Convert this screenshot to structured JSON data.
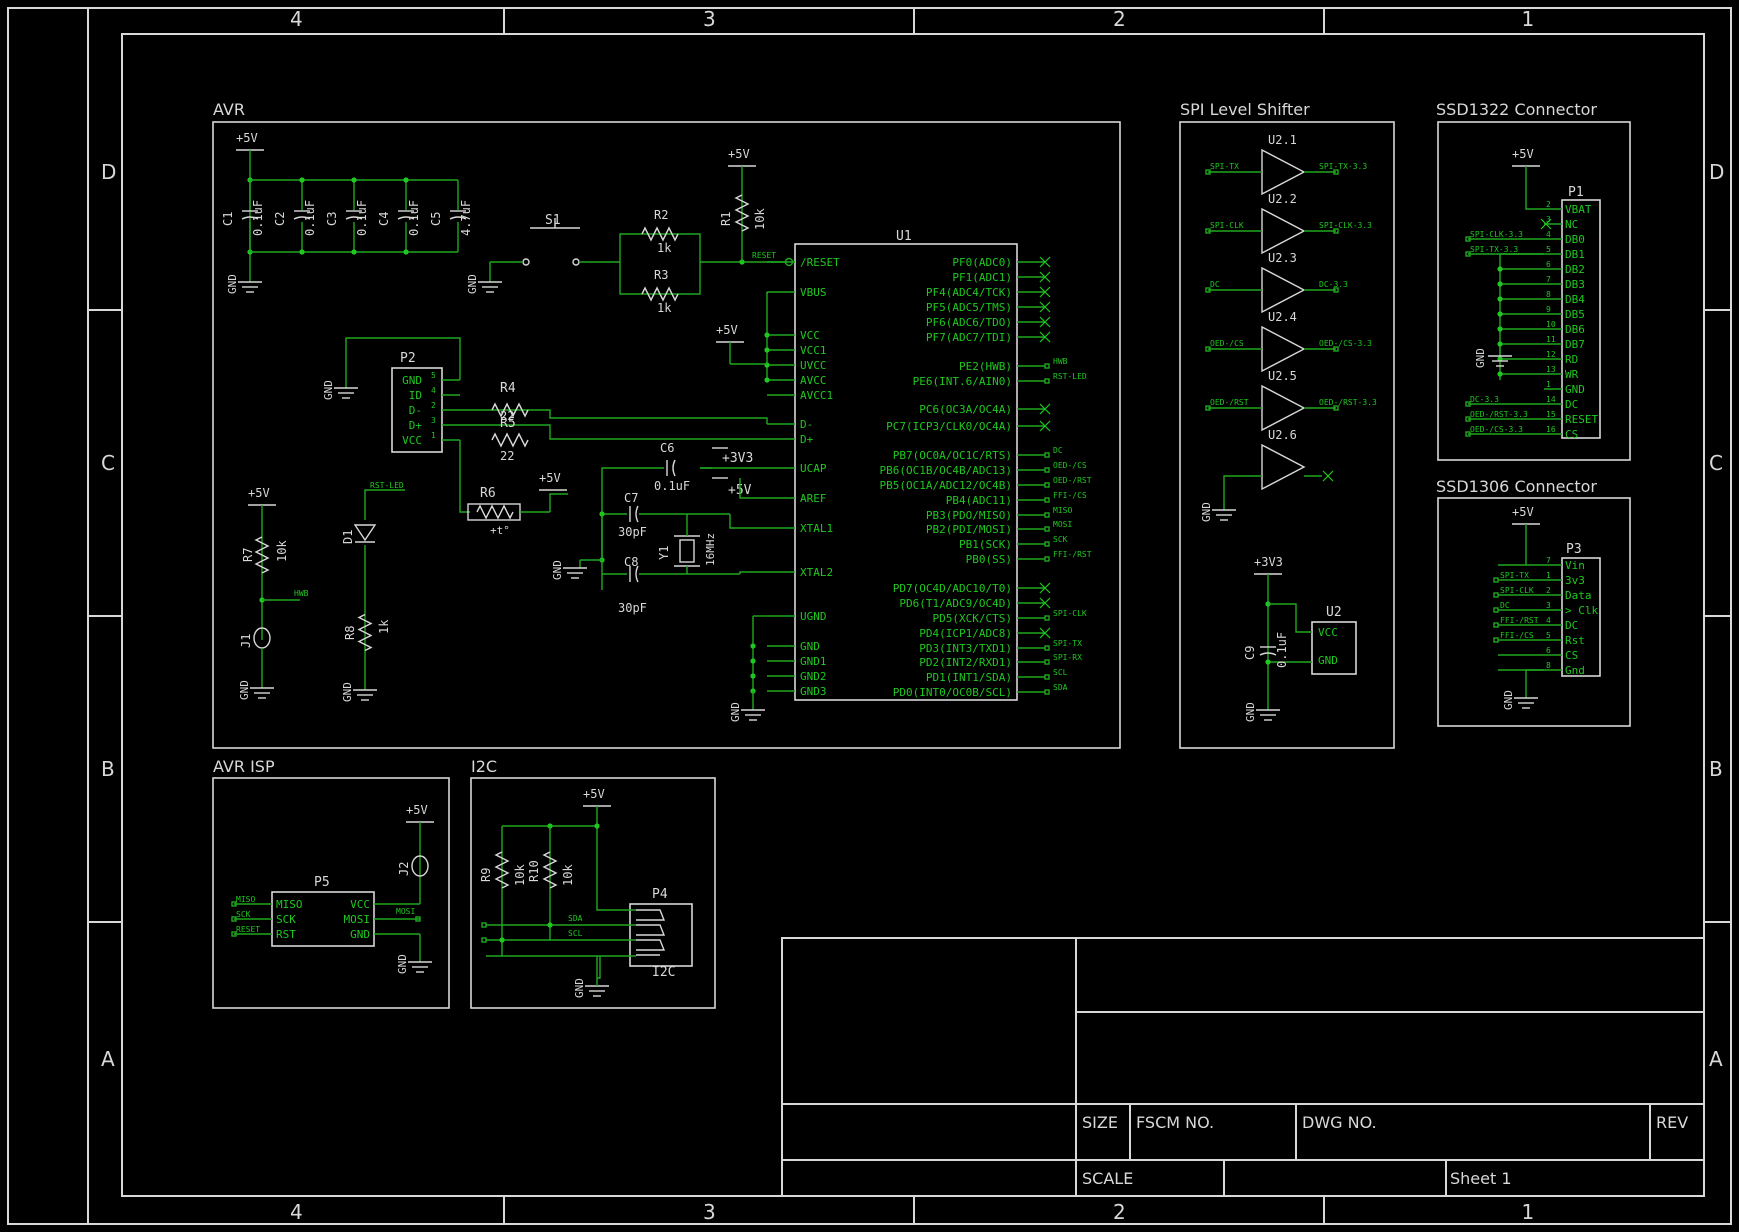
{
  "columns": [
    "4",
    "3",
    "2",
    "1"
  ],
  "rows": [
    "D",
    "C",
    "B",
    "A"
  ],
  "sections": {
    "avr": "AVR",
    "level": "SPI Level Shifter",
    "ssd1322": "SSD1322 Connector",
    "ssd1306": "SSD1306 Connector",
    "isp": "AVR ISP",
    "i2c": "I2C"
  },
  "power": {
    "p5": "+5V",
    "p33": "+3V3",
    "gnd": "GND"
  },
  "caps": [
    {
      "name": "C1",
      "value": "0.1uF"
    },
    {
      "name": "C2",
      "value": "0.1uF"
    },
    {
      "name": "C3",
      "value": "0.1uF"
    },
    {
      "name": "C4",
      "value": "0.1uF"
    },
    {
      "name": "C5",
      "value": "4.7uF"
    }
  ],
  "parts": {
    "s1": "S1",
    "r1": "R1",
    "r1v": "10k",
    "r2": "R2",
    "r2v": "1k",
    "r3": "R3",
    "r3v": "1k",
    "reset": "RESET",
    "u1": "U1",
    "p2": "P2",
    "r4": "R4",
    "r4v": "22",
    "r5": "R5",
    "r5v": "22",
    "r6": "R6",
    "r6v": "+t°",
    "c6": "C6",
    "c6v": "0.1uF",
    "c7": "C7",
    "c7v": "30pF",
    "c8": "C8",
    "c8v": "30pF",
    "y1": "Y1",
    "y1v": "16MHz",
    "r7": "R7",
    "r7v": "10k",
    "j1": "J1",
    "hwb": "HWB",
    "d1": "D1",
    "rstled": "RST-LED",
    "r8": "R8",
    "r8v": "1k",
    "p5": "P5",
    "j2": "J2",
    "p4": "P4",
    "i2c": "I2C",
    "r9": "R9",
    "r9v": "10k",
    "r10": "R10",
    "r10v": "10k",
    "u2": "U2",
    "vcc": "VCC",
    "gndp": "GND",
    "c9": "C9",
    "c9v": "0.1uF",
    "p1": "P1",
    "p3": "P3",
    "sda": "SDA",
    "scl": "SCL",
    "mosi": "MOSI"
  },
  "p2pins": [
    "GND",
    "ID",
    "D-",
    "D+",
    "VCC"
  ],
  "p2nums": [
    "5",
    "4",
    "2",
    "3",
    "1"
  ],
  "u1left": [
    "/RESET",
    "VBUS",
    "VCC",
    "VCC1",
    "UVCC",
    "AVCC",
    "AVCC1",
    "D-",
    "D+",
    "UCAP",
    "AREF",
    "XTAL1",
    "XTAL2",
    "UGND",
    "GND",
    "GND1",
    "GND2",
    "GND3"
  ],
  "u1right": [
    {
      "t": "PF0(ADC0)",
      "n": ""
    },
    {
      "t": "PF1(ADC1)",
      "n": ""
    },
    {
      "t": "PF4(ADC4/TCK)",
      "n": ""
    },
    {
      "t": "PF5(ADC5/TMS)",
      "n": ""
    },
    {
      "t": "PF6(ADC6/TDO)",
      "n": ""
    },
    {
      "t": "PF7(ADC7/TDI)",
      "n": ""
    },
    {
      "t": "PE2(HWB)",
      "n": "HWB"
    },
    {
      "t": "PE6(INT.6/AIN0)",
      "n": "RST-LED"
    },
    {
      "t": "PC6(OC3A/OC4A)",
      "n": ""
    },
    {
      "t": "PC7(ICP3/CLK0/OC4A)",
      "n": ""
    },
    {
      "t": "PB7(OC0A/OC1C/RTS)",
      "n": "DC"
    },
    {
      "t": "PB6(OC1B/OC4B/ADC13)",
      "n": "OED-/CS"
    },
    {
      "t": "PB5(OC1A/ADC12/OC4B)",
      "n": "OED-/RST"
    },
    {
      "t": "PB4(ADC11)",
      "n": "FFI-/CS"
    },
    {
      "t": "PB3(PDO/MISO)",
      "n": "MISO"
    },
    {
      "t": "PB2(PDI/MOSI)",
      "n": "MOSI"
    },
    {
      "t": "PB1(SCK)",
      "n": "SCK"
    },
    {
      "t": "PB0(SS)",
      "n": "FFI-/RST"
    },
    {
      "t": "PD7(OC4D/ADC10/T0)",
      "n": ""
    },
    {
      "t": "PD6(T1/ADC9/OC4D)",
      "n": ""
    },
    {
      "t": "PD5(XCK/CTS)",
      "n": "SPI-CLK"
    },
    {
      "t": "PD4(ICP1/ADC8)",
      "n": ""
    },
    {
      "t": "PD3(INT3/TXD1)",
      "n": "SPI-TX"
    },
    {
      "t": "PD2(INT2/RXD1)",
      "n": "SPI-RX"
    },
    {
      "t": "PD1(INT1/SDA)",
      "n": "SCL"
    },
    {
      "t": "PD0(INT0/OC0B/SCL)",
      "n": "SDA"
    }
  ],
  "buffers": [
    {
      "name": "U2.1",
      "in": "SPI-TX",
      "out": "SPI-TX-3.3"
    },
    {
      "name": "U2.2",
      "in": "SPI-CLK",
      "out": "SPI-CLK-3.3"
    },
    {
      "name": "U2.3",
      "in": "DC",
      "out": "DC-3.3"
    },
    {
      "name": "U2.4",
      "in": "OED-/CS",
      "out": "OED-/CS-3.3"
    },
    {
      "name": "U2.5",
      "in": "OED-/RST",
      "out": "OED-/RST-3.3"
    },
    {
      "name": "U2.6",
      "in": "",
      "out": ""
    }
  ],
  "p1pins": [
    {
      "t": "VBAT",
      "n": "2",
      "net": ""
    },
    {
      "t": "NC",
      "n": "3",
      "net": ""
    },
    {
      "t": "DB0",
      "n": "4",
      "net": "SPI-CLK-3.3"
    },
    {
      "t": "DB1",
      "n": "5",
      "net": "SPI-TX-3.3"
    },
    {
      "t": "DB2",
      "n": "6",
      "net": ""
    },
    {
      "t": "DB3",
      "n": "7",
      "net": ""
    },
    {
      "t": "DB4",
      "n": "8",
      "net": ""
    },
    {
      "t": "DB5",
      "n": "9",
      "net": ""
    },
    {
      "t": "DB6",
      "n": "10",
      "net": ""
    },
    {
      "t": "DB7",
      "n": "11",
      "net": ""
    },
    {
      "t": "RD",
      "n": "12",
      "net": ""
    },
    {
      "t": "WR",
      "n": "13",
      "net": ""
    },
    {
      "t": "GND",
      "n": "1",
      "net": ""
    },
    {
      "t": "DC",
      "n": "14",
      "net": "DC-3.3"
    },
    {
      "t": "RESET",
      "n": "15",
      "net": "OED-/RST-3.3"
    },
    {
      "t": "CS",
      "n": "16",
      "net": "OED-/CS-3.3"
    }
  ],
  "p3pins": [
    {
      "t": "Vin",
      "n": "7",
      "net": ""
    },
    {
      "t": "3v3",
      "n": "1",
      "net": "SPI-TX"
    },
    {
      "t": "Data",
      "n": "2",
      "net": "SPI-CLK"
    },
    {
      "t": "> Clk",
      "n": "3",
      "net": "DC"
    },
    {
      "t": "DC",
      "n": "4",
      "net": "FFI-/RST"
    },
    {
      "t": "Rst",
      "n": "5",
      "net": "FFI-/CS"
    },
    {
      "t": "CS",
      "n": "6",
      "net": ""
    },
    {
      "t": "Gnd",
      "n": "8",
      "net": ""
    }
  ],
  "p5pins": {
    "left": [
      "MISO",
      "SCK",
      "RST"
    ],
    "right": [
      "VCC",
      "MOSI",
      "GND"
    ],
    "nets": [
      "MISO",
      "SCK",
      "RESET"
    ]
  },
  "titleblock": {
    "size": "SIZE",
    "fscm": "FSCM NO.",
    "dwg": "DWG NO.",
    "rev": "REV",
    "scale": "SCALE",
    "sheet": "Sheet 1"
  }
}
